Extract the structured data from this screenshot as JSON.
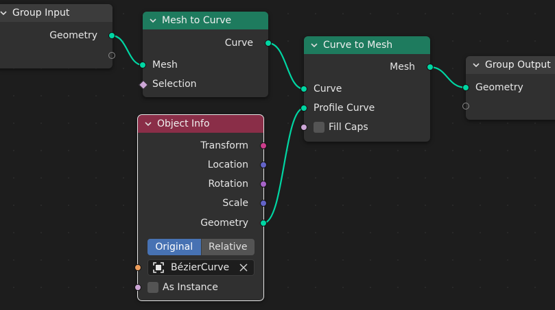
{
  "nodes": {
    "group_input": {
      "title": "Group Input",
      "outputs": [
        "Geometry"
      ]
    },
    "mesh_to_curve": {
      "title": "Mesh to Curve",
      "outputs": [
        "Curve"
      ],
      "inputs": [
        "Mesh",
        "Selection"
      ]
    },
    "curve_to_mesh": {
      "title": "Curve to Mesh",
      "outputs": [
        "Mesh"
      ],
      "inputs": [
        "Curve",
        "Profile Curve"
      ],
      "fill_caps": "Fill Caps"
    },
    "group_output": {
      "title": "Group Output",
      "inputs": [
        "Geometry"
      ]
    },
    "object_info": {
      "title": "Object Info",
      "outputs": [
        "Transform",
        "Location",
        "Rotation",
        "Scale",
        "Geometry"
      ],
      "mode_options": [
        "Original",
        "Relative"
      ],
      "mode_selected": "Original",
      "object": "BézierCurve",
      "as_instance": "As Instance"
    }
  },
  "colors": {
    "geometry_socket": "#00d6a3",
    "geometry_header": "#1e7b5e",
    "input_header": "#8a2e48",
    "selected_accent": "#4772b3"
  },
  "icons": {
    "collapse": "chevron-down-icon",
    "object": "object-data-icon",
    "clear": "close-icon"
  }
}
